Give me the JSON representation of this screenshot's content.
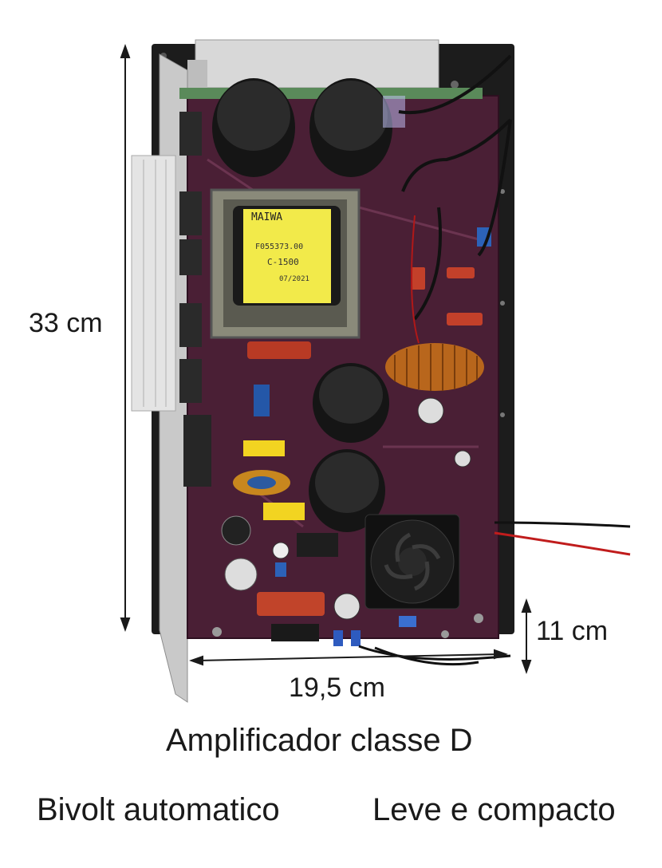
{
  "dimensions": {
    "height": "33 cm",
    "width": "19,5 cm",
    "depth": "11 cm"
  },
  "caption": {
    "title": "Amplificador classe D",
    "left_note": "Bivolt automatico",
    "right_note": "Leve e compacto"
  },
  "transformer": {
    "brand": "MAIWA",
    "part": "F055373.00",
    "model": "C-1500",
    "date": "07/2021"
  },
  "colors": {
    "pcb": "#4a1f35",
    "heatsink": "#cfcfcf",
    "background": "#ffffff",
    "text": "#1a1a1a"
  }
}
